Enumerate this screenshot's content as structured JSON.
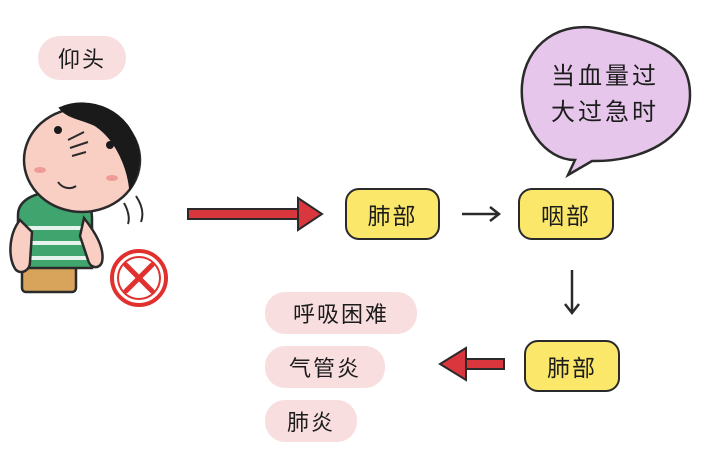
{
  "labels": {
    "head_tilt": "仰头",
    "bubble_line1": "当血量过",
    "bubble_line2": "大过急时",
    "node_lung_1": "肺部",
    "node_pharynx": "咽部",
    "node_lung_2": "肺部",
    "outcome_1": "呼吸困难",
    "outcome_2": "气管炎",
    "outcome_3": "肺炎"
  },
  "icons": {
    "wrong": "cross-circle-icon",
    "child": "child-illustration"
  },
  "colors": {
    "pink_pill": "#f8dede",
    "node_yellow": "#fbe76a",
    "bubble_purple": "#e7c6ec",
    "arrow_red": "#d9373d",
    "cross_red": "#e0312f",
    "shirt_green": "#3fa46e",
    "skin": "#f9cfc4",
    "hair": "#1a1a1a"
  }
}
